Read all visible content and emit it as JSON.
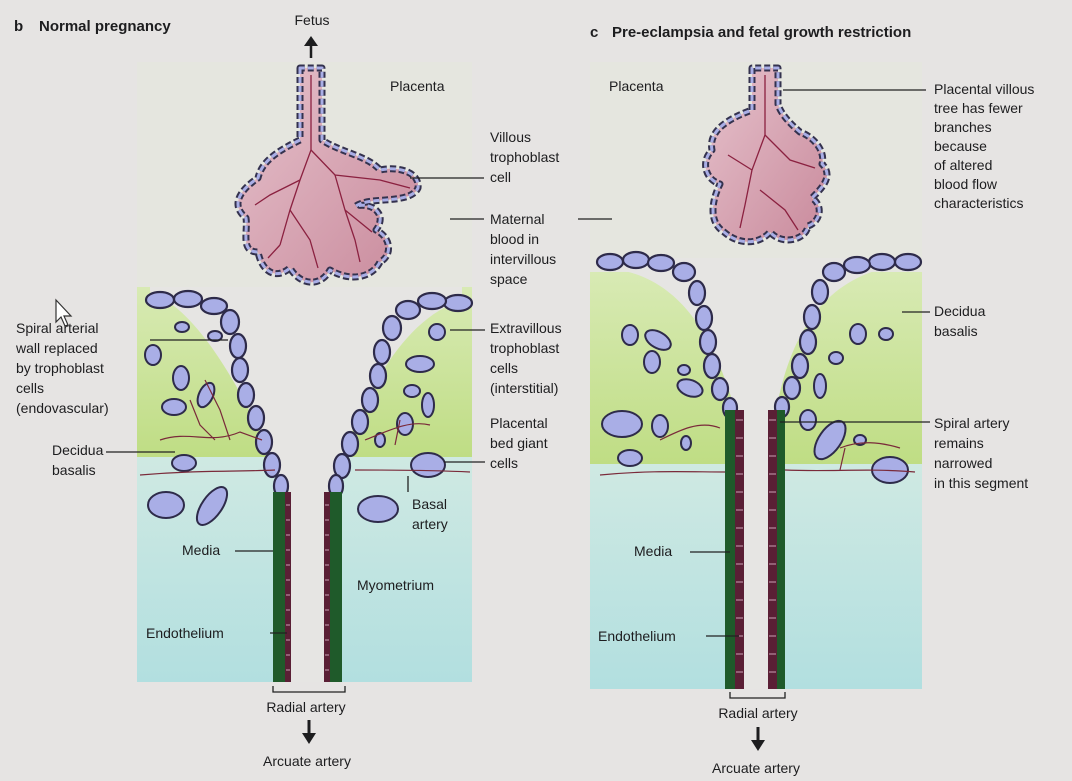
{
  "panel_b": {
    "letter": "b",
    "title": "Normal pregnancy",
    "fetus": "Fetus",
    "placenta": "Placenta",
    "villous": [
      "Villous",
      "trophoblast",
      "cell"
    ],
    "maternal": [
      "Maternal",
      "blood in",
      "intervillous",
      "space"
    ],
    "spiral_wall": [
      "Spiral arterial",
      "wall replaced",
      "by trophoblast",
      "cells",
      "(endovascular)"
    ],
    "decidua": [
      "Decidua",
      "basalis"
    ],
    "extravillous": [
      "Extravillous",
      "trophoblast",
      "cells",
      "(interstitial)"
    ],
    "giant": [
      "Placental",
      "bed giant",
      "cells"
    ],
    "basal": [
      "Basal",
      "artery"
    ],
    "media": "Media",
    "myometrium": "Myometrium",
    "endothelium": "Endothelium",
    "radial": "Radial artery",
    "arcuate": "Arcuate artery"
  },
  "panel_c": {
    "letter": "c",
    "title": "Pre-eclampsia and fetal growth restriction",
    "placenta": "Placenta",
    "villous_tree": [
      "Placental villous",
      "tree has fewer",
      "branches",
      "because",
      "of altered",
      "blood flow",
      "characteristics"
    ],
    "decidua": [
      "Decidua",
      "basalis"
    ],
    "spiral": [
      "Spiral artery",
      "remains",
      "narrowed",
      "in this segment"
    ],
    "media": "Media",
    "endothelium": "Endothelium",
    "radial": "Radial artery",
    "arcuate": "Arcuate artery"
  },
  "colors": {
    "background": "#e6e4e3",
    "placenta_zone": "#e4e6dd",
    "decidua_green": "#c9e29a",
    "myometrium_blue": "#bfe2dc",
    "villus_pink": "#d3a0ae",
    "trophoblast_cell": "#a9aee6",
    "media_green": "#1f5a2a",
    "endothelium_maroon": "#5a1f35"
  },
  "icons": [
    "cursor-arrow-icon",
    "arrow-up-icon",
    "arrow-down-icon"
  ]
}
